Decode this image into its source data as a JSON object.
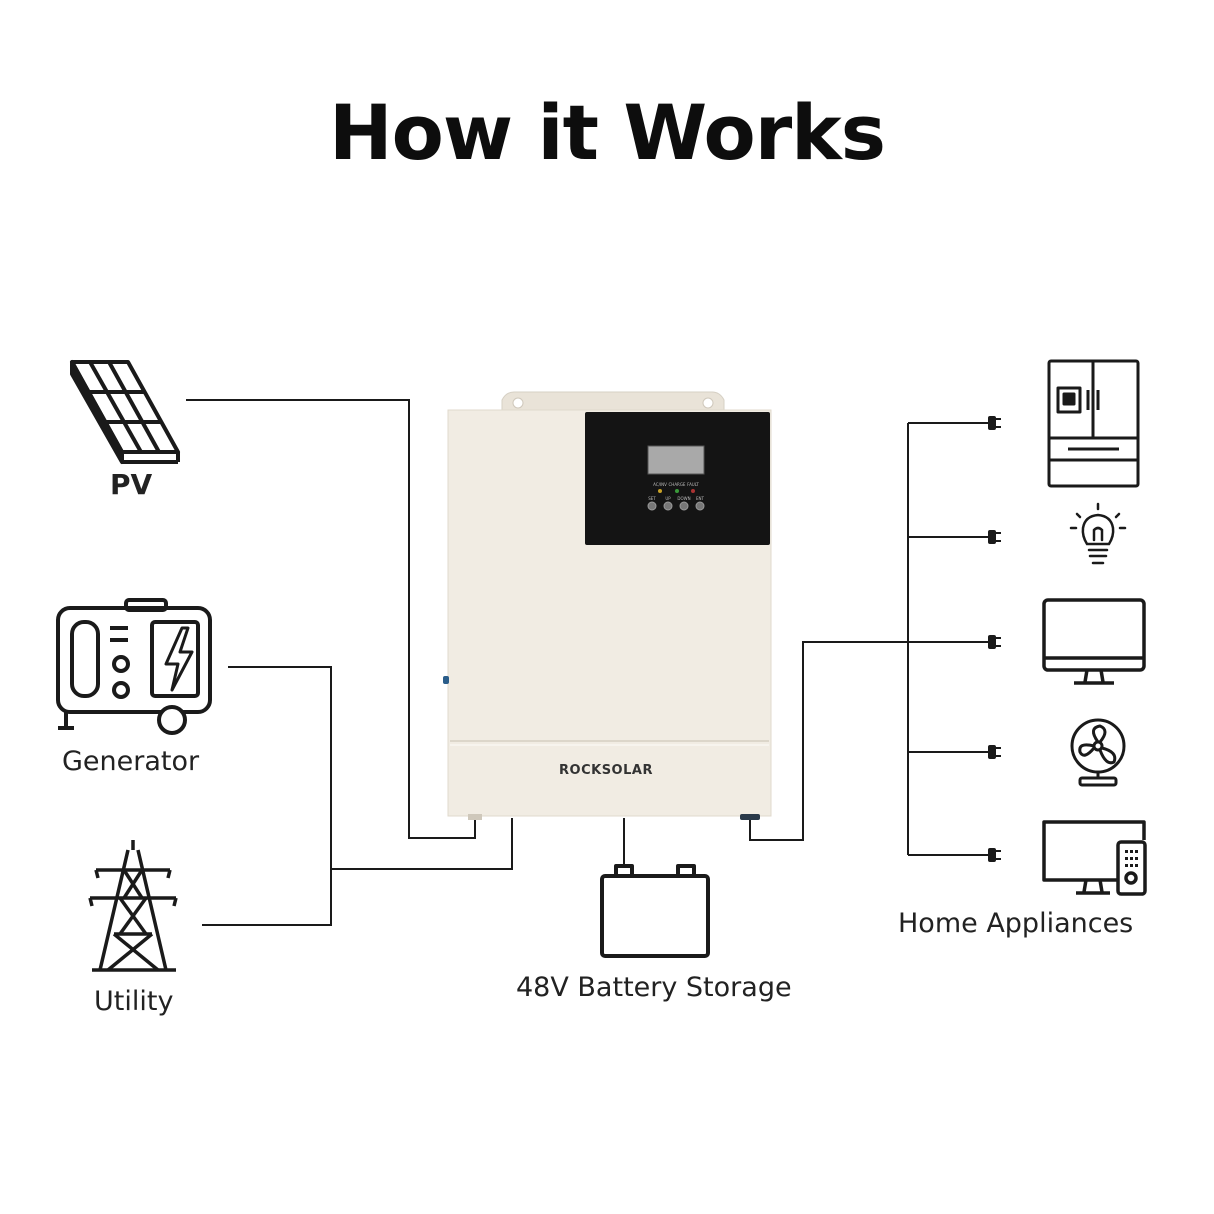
{
  "title": "How it Works",
  "sources": {
    "pv": "PV",
    "generator": "Generator",
    "utility": "Utility"
  },
  "storage": "48V Battery Storage",
  "loads": "Home Appliances",
  "inverter": {
    "brand": "ROCKSOLAR",
    "indicators": [
      "AC/INV",
      "CHARGE",
      "FAULT"
    ],
    "buttons": [
      "SET",
      "UP",
      "DOWN",
      "ENT"
    ]
  },
  "icons": {
    "pv": "solar-panel-icon",
    "generator": "generator-icon",
    "utility": "power-tower-icon",
    "battery": "battery-icon",
    "appliances": [
      "refrigerator-icon",
      "light-bulb-icon",
      "monitor-icon",
      "fan-icon",
      "tv-remote-icon"
    ]
  },
  "colors": {
    "line": "#1a1a1a",
    "inverter_body": "#f1ece3",
    "panel": "#141414",
    "screen": "#a9a9a9"
  }
}
